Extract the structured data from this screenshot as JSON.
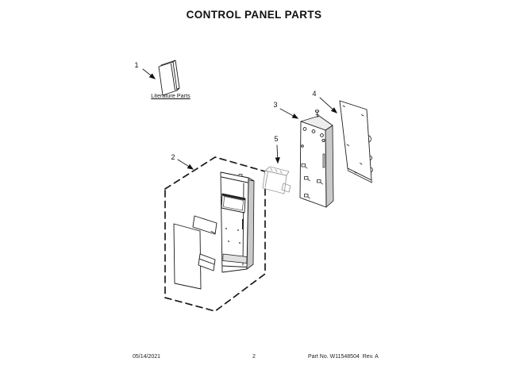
{
  "page": {
    "title": "CONTROL PANEL PARTS"
  },
  "callouts": {
    "c1": "1",
    "c2": "2",
    "c3": "3",
    "c4": "4",
    "c5": "5"
  },
  "labels": {
    "literature": "Literature Parts"
  },
  "footer": {
    "date": "05/14/2021",
    "page_number": "2",
    "part_info": "Part No. W11548504  Rev. A"
  },
  "colors": {
    "line": "#1b1b1b",
    "side_shade": "#c9c9c9",
    "band_shade": "#e0e0e0",
    "faint_part": "#9a9a9a",
    "background": "#ffffff"
  }
}
